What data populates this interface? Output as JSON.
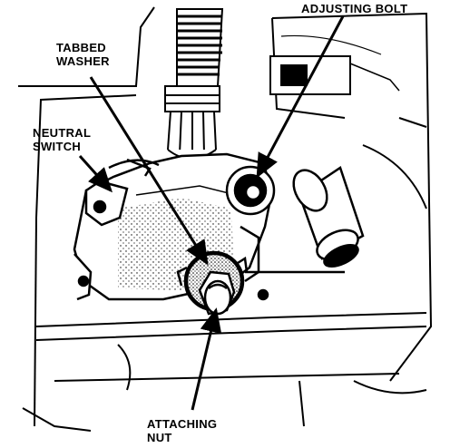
{
  "figure": {
    "colors": {
      "ink": "#000000",
      "paper": "#ffffff",
      "shade": "#9a9a9a"
    },
    "labels": {
      "adjusting_bolt": "ADJUSTING BOLT",
      "tabbed_washer": [
        "TABBED",
        "WASHER"
      ],
      "neutral_switch": [
        "NEUTRAL",
        "SWITCH"
      ],
      "attaching_nut": [
        "ATTACHING",
        "NUT"
      ]
    }
  }
}
